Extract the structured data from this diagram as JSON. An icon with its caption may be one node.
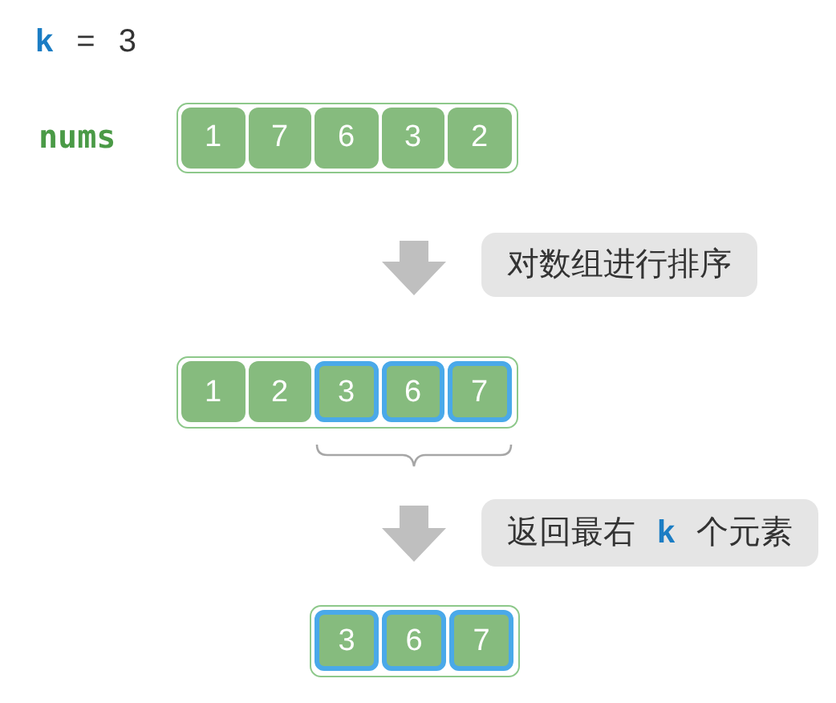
{
  "diagram": {
    "nodes": [
      {
        "text": [],
        "shape": "box",
        "beside": [
          "nums"
        ]
      },
      {
        "text": [
          "1"
        ],
        "in": 0
      },
      {
        "text": [
          "7"
        ],
        "in": 0
      },
      {
        "text": [
          "6"
        ],
        "in": 0
      },
      {
        "text": [
          "3"
        ],
        "in": 0
      },
      {
        "text": [
          "2"
        ],
        "in": 0
      },
      {
        "text": [
          "对数组进行排序"
        ]
      },
      {
        "text": [],
        "shape": "box"
      },
      {
        "text": [
          "1"
        ],
        "in": 7
      },
      {
        "text": [
          "2"
        ],
        "in": 7
      },
      {
        "text": [
          "3"
        ],
        "in": 7
      },
      {
        "text": [
          "6"
        ],
        "in": 7
      },
      {
        "text": [
          "7"
        ],
        "in": 7
      },
      {
        "text": [
          "返回最右 **k** 个元素"
        ]
      },
      {
        "text": [],
        "shape": "box"
      },
      {
        "text": [
          "3"
        ],
        "in": 14
      },
      {
        "text": [
          "6"
        ],
        "in": 14
      },
      {
        "text": [
          "7"
        ],
        "in": 14
      }
    ],
    "edges": [
      {
        "from": 0,
        "to": 7,
        "arrow": "to"
      },
      {
        "from": 7,
        "to": 14,
        "arrow": "to"
      }
    ],
    "labels": [
      "**k** = 3"
    ]
  }
}
